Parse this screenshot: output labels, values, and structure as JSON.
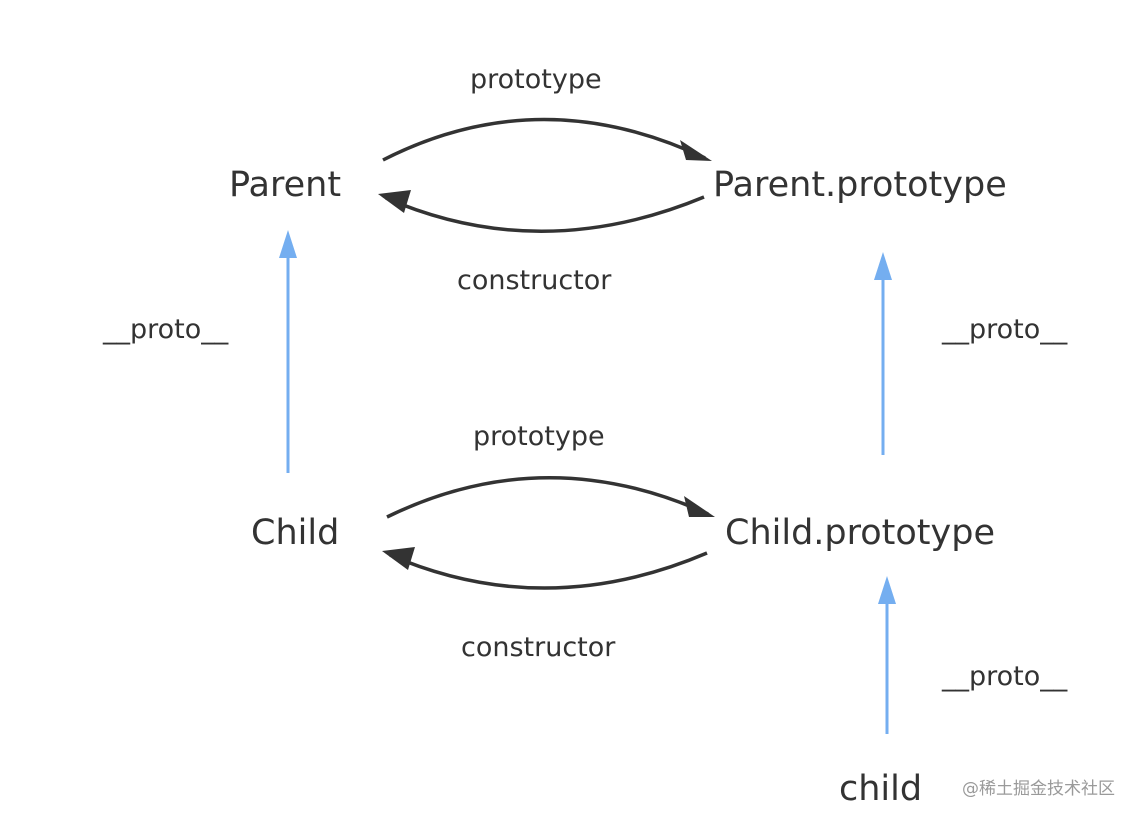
{
  "nodes": {
    "parent": "Parent",
    "parent_prototype": "Parent.prototype",
    "child": "Child",
    "child_prototype": "Child.prototype",
    "child_instance": "child"
  },
  "edge_labels": {
    "parent_prototype": "prototype",
    "parent_constructor": "constructor",
    "child_prototype": "prototype",
    "child_constructor": "constructor",
    "child_to_parent_proto": "__proto__",
    "childproto_to_parentproto_proto": "__proto__",
    "instance_to_childproto_proto": "__proto__"
  },
  "watermark": "@稀土掘金技术社区",
  "colors": {
    "text": "#333333",
    "dark_arrow": "#333333",
    "proto_arrow": "#74aef0"
  }
}
